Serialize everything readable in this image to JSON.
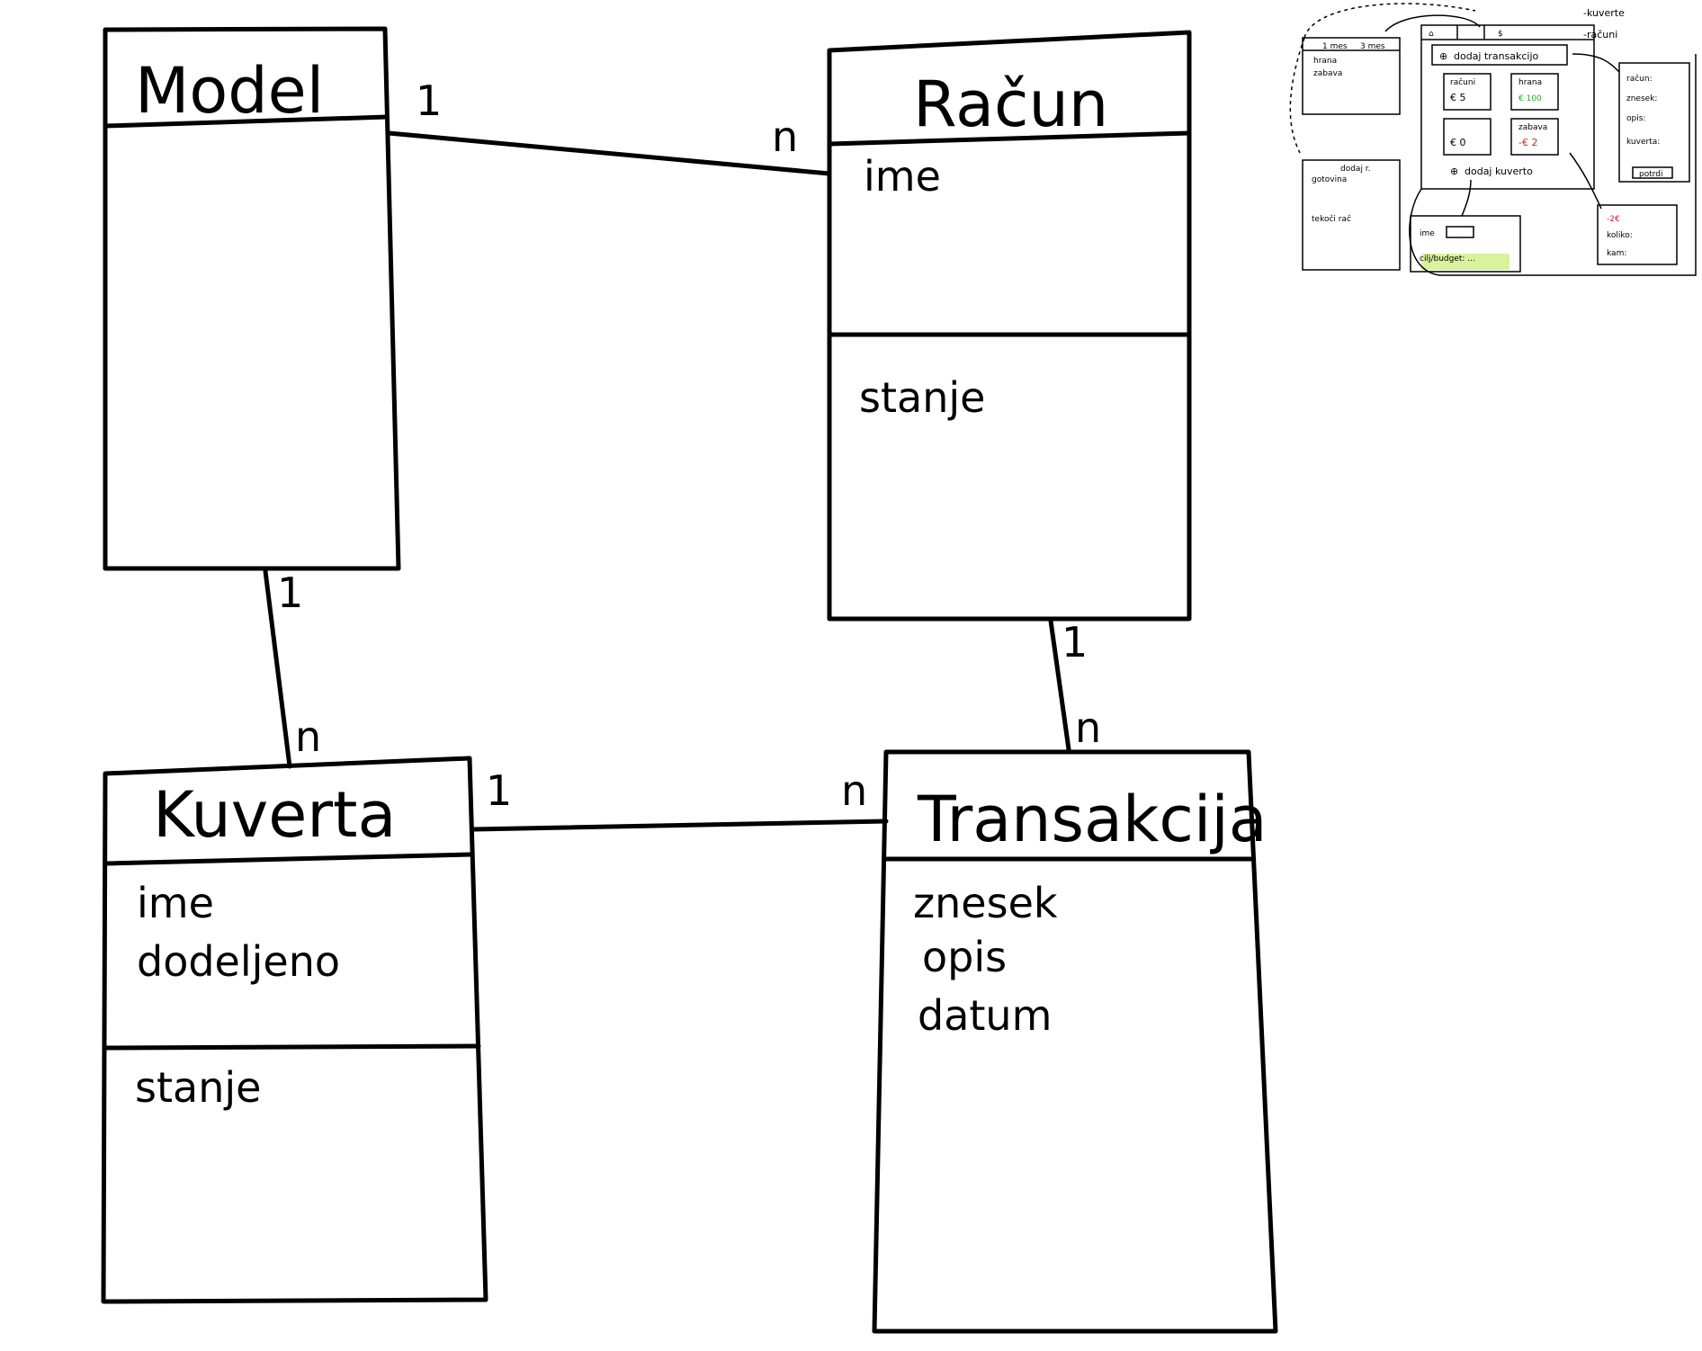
{
  "classes": {
    "model": {
      "title": "Model"
    },
    "racun": {
      "title": "Račun",
      "attrs": [
        "ime"
      ],
      "methods": [
        "stanje"
      ]
    },
    "kuverta": {
      "title": "Kuverta",
      "attrs": [
        "ime",
        "dodeljeno"
      ],
      "methods": [
        "stanje"
      ]
    },
    "transakcija": {
      "title": "Transakcija",
      "attrs": [
        "znesek",
        "opis",
        "datum"
      ]
    }
  },
  "associations": {
    "model_racun": {
      "from": "1",
      "to": "n"
    },
    "model_kuverta": {
      "from": "1",
      "to": "n"
    },
    "racun_transakcija": {
      "from": "1",
      "to": "n"
    },
    "kuverta_transakcija": {
      "from": "1",
      "to": "n"
    }
  },
  "sketch": {
    "legend": [
      "-kuverte",
      "-računi"
    ],
    "top_tabs": [
      "1 mes",
      "3 mes"
    ],
    "list_items": [
      "hrana",
      "zabava"
    ],
    "add_transaction": "dodaj transakcijo",
    "add_envelope": "dodaj kuverto",
    "cards": [
      {
        "label": "računi",
        "value": "€ 5"
      },
      {
        "label": "hrana",
        "value": "€ 100"
      },
      {
        "label": "",
        "value": "€ 0"
      },
      {
        "label": "zabava",
        "value": "-€ 2"
      }
    ],
    "accounts_panel": {
      "add": "dodaj r.",
      "items": [
        "gotovina",
        "tekoči rač"
      ]
    },
    "form_panel": {
      "fields": [
        "račun:",
        "znesek:",
        "opis:",
        "kuverta:"
      ],
      "button": "potrdi"
    },
    "envelope_form": {
      "fields": [
        "ime",
        "cilj/budget: ..."
      ]
    },
    "transfer_panel": {
      "amount": "-2€",
      "fields": [
        "koliko:",
        "kam:"
      ]
    }
  },
  "colors": {
    "ink": "#000000",
    "positive": "#22aa22",
    "negative": "#dd2222",
    "highlight": "#c8ee70"
  }
}
